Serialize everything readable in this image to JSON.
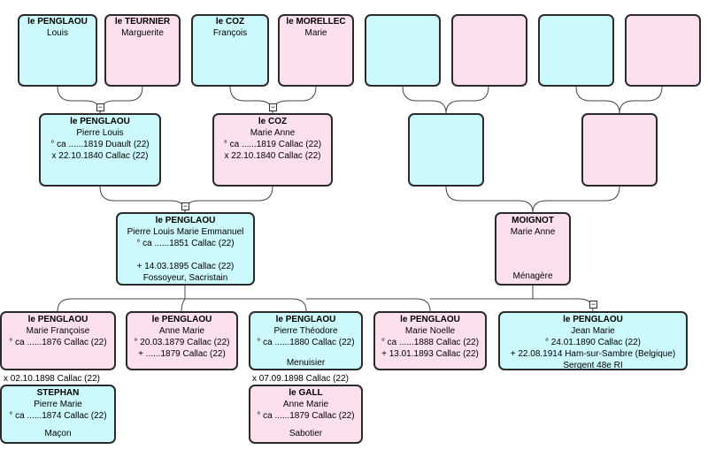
{
  "generation1": [
    {
      "surname": "le PENGLAOU",
      "given": "Louis"
    },
    {
      "surname": "le TEURNIER",
      "given": "Marguerite"
    },
    {
      "surname": "le COZ",
      "given": "François"
    },
    {
      "surname": "le MORELLEC",
      "given": "Marie"
    }
  ],
  "parents_left": {
    "father": {
      "surname": "le PENGLAOU",
      "given": "Pierre Louis",
      "birth": "° ca ......1819 Duault (22)",
      "marriage": "x 22.10.1840 Callac (22)"
    },
    "mother": {
      "surname": "le COZ",
      "given": "Marie Anne",
      "birth": "° ca ......1819 Callac (22)",
      "marriage": "x 22.10.1840 Callac (22)"
    }
  },
  "father": {
    "surname": "le PENGLAOU",
    "given": "Pierre Louis Marie Emmanuel",
    "birth": "° ca ......1851 Callac (22)",
    "death": "+ 14.03.1895 Callac (22)",
    "occupation": "Fossoyeur, Sacristain"
  },
  "mother": {
    "surname": "MOIGNOT",
    "given": "Marie Anne",
    "occupation": "Ménagère"
  },
  "children": [
    {
      "surname": "le PENGLAOU",
      "given": "Marie Françoise",
      "line1": "° ca ......1876 Callac (22)",
      "line2": "",
      "line3": ""
    },
    {
      "surname": "le PENGLAOU",
      "given": "Anne Marie",
      "line1": "° 20.03.1879 Callac (22)",
      "line2": "+ ......1879 Callac (22)",
      "line3": ""
    },
    {
      "surname": "le PENGLAOU",
      "given": "Pierre Théodore",
      "line1": "° ca ......1880 Callac (22)",
      "line2": "",
      "line3": "Menuisier"
    },
    {
      "surname": "le PENGLAOU",
      "given": "Marie Noelle",
      "line1": "° ca ......1888 Callac (22)",
      "line2": "+ 13.01.1893 Callac (22)",
      "line3": ""
    },
    {
      "surname": "le PENGLAOU",
      "given": "Jean Marie",
      "line1": "° 24.01.1890 Callac (22)",
      "line2": "+ 22.08.1914 Ham-sur-Sambre (Belgique)",
      "line3": "Sergent 48e RI"
    }
  ],
  "marriages": {
    "child1": "x 02.10.1898 Callac (22)",
    "child3": "x 07.09.1898 Callac (22)"
  },
  "spouses": [
    {
      "surname": "STEPHAN",
      "given": "Pierre Marie",
      "birth": "° ca ......1874 Callac (22)",
      "occupation": "Maçon"
    },
    {
      "surname": "le GALL",
      "given": "Anne Marie",
      "birth": "° ca ......1879 Callac (22)",
      "occupation": "Sabotier"
    }
  ],
  "toggle_symbol": "−"
}
